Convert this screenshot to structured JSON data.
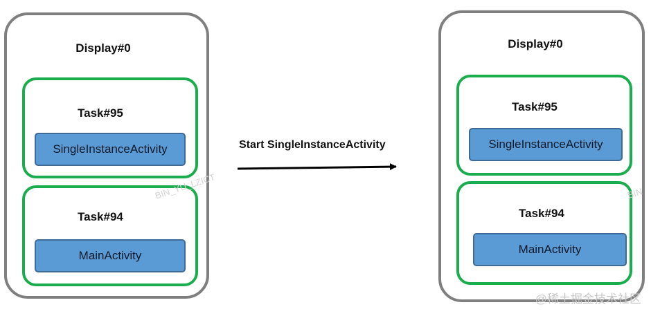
{
  "left_display": {
    "title": "Display#0",
    "tasks": [
      {
        "title": "Task#95",
        "activity": "SingleInstanceActivity"
      },
      {
        "title": "Task#94",
        "activity": "MainActivity"
      }
    ]
  },
  "transition": {
    "label": "Start SingleInstanceActivity"
  },
  "right_display": {
    "title": "Display#0",
    "tasks": [
      {
        "title": "Task#95",
        "activity": "SingleInstanceActivity"
      },
      {
        "title": "Task#94",
        "activity": "MainActivity"
      }
    ]
  },
  "watermarks": {
    "diagonal_left": "BIN_YU_LZICT",
    "diagonal_right": "BIN",
    "site": "@稀土掘金技术社区"
  },
  "colors": {
    "display_border": "#7f7f7f",
    "task_border": "#1aad4e",
    "activity_fill": "#5b9bd5",
    "activity_border": "#3f6a96"
  }
}
